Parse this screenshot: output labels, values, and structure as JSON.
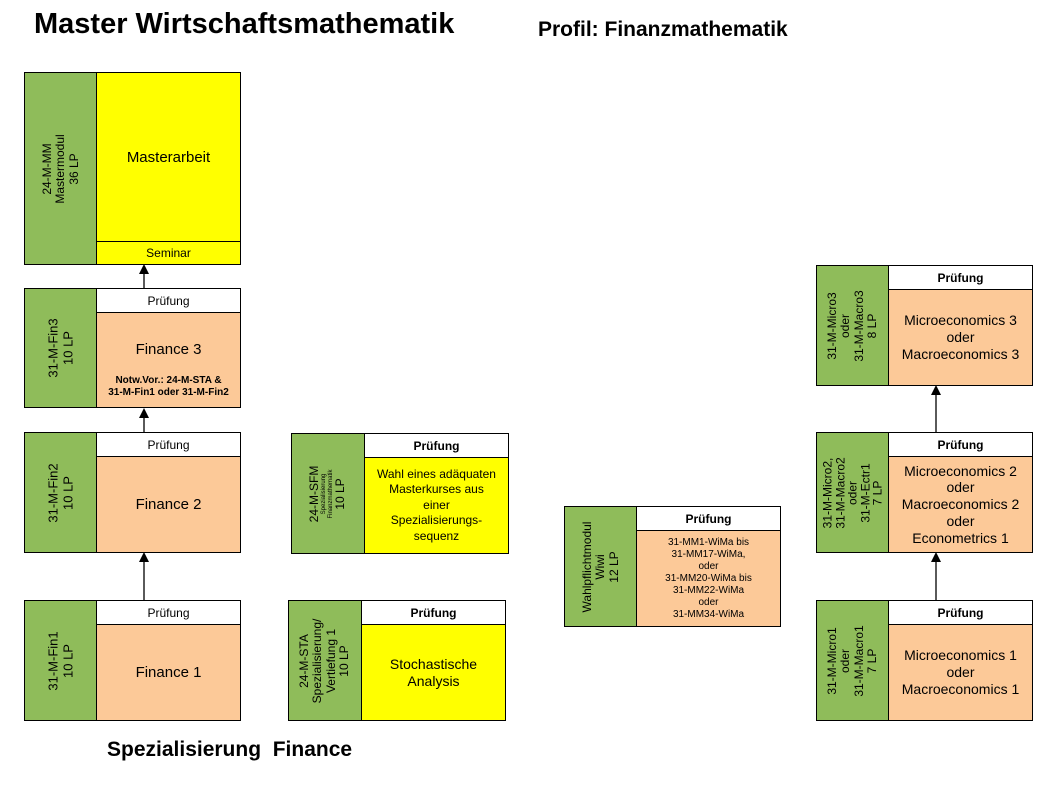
{
  "title": "Master Wirtschaftsmathematik",
  "profile": "Profil: Finanzmathematik",
  "bottom_label": "Spezialisierung  Finance",
  "colors": {
    "green": "#8fbc5a",
    "peach": "#fcc998",
    "yellow": "#ffff00"
  },
  "mastermodul": {
    "code": [
      "24-M-MM",
      "Mastermodul",
      "36 LP"
    ],
    "main": "Masterarbeit",
    "seminar": "Seminar"
  },
  "fin3": {
    "code": [
      "31-M-Fin3",
      "10 LP"
    ],
    "header": "Prüfung",
    "main": "Finance 3",
    "note": "Notw.Vor.: 24-M-STA &\n31-M-Fin1 oder 31-M-Fin2"
  },
  "fin2": {
    "code": [
      "31-M-Fin2",
      "10 LP"
    ],
    "header": "Prüfung",
    "main": "Finance 2"
  },
  "fin1": {
    "code": [
      "31-M-Fin1",
      "10 LP"
    ],
    "header": "Prüfung",
    "main": "Finance 1"
  },
  "sfm": {
    "code_main": "24-M-SFM",
    "code_small": [
      "Spezialisierung",
      "Finanzmathematik"
    ],
    "code_lp": "10 LP",
    "header": "Prüfung",
    "main": "Wahl eines adäquaten\nMasterkurses aus\neiner\nSpezialisierungs-\nsequenz"
  },
  "sta": {
    "code": [
      "24-M-STA",
      "Spezialisierung/",
      "Vertiefung 1",
      "10 LP"
    ],
    "header": "Prüfung",
    "main": "Stochastische\nAnalysis"
  },
  "wahl": {
    "code": [
      "Wahlpflichtmodul",
      "Wiwi",
      "12 LP"
    ],
    "header": "Prüfung",
    "main": "31-MM1-WiMa bis\n31-MM17-WiMa,\noder\n31-MM20-WiMa bis\n31-MM22-WiMa\noder\n31-MM34-WiMa"
  },
  "micro3": {
    "code": [
      "31-M-Micro3",
      "oder",
      "31-M-Macro3",
      "8 LP"
    ],
    "header": "Prüfung",
    "main": "Microeconomics 3\noder\nMacroeconomics 3"
  },
  "micro2": {
    "code": [
      "31-M-Micro2,",
      "31-M-Macro2",
      "oder",
      "31-M-Ectr1",
      "7 LP"
    ],
    "header": "Prüfung",
    "main": "Microeconomics 2\noder\nMacroeconomics 2\noder\nEconometrics 1"
  },
  "micro1": {
    "code": [
      "31-M-Micro1",
      "oder",
      "31-M-Macro1",
      "7 LP"
    ],
    "header": "Prüfung",
    "main": "Microeconomics 1\noder\nMacroeconomics 1"
  }
}
